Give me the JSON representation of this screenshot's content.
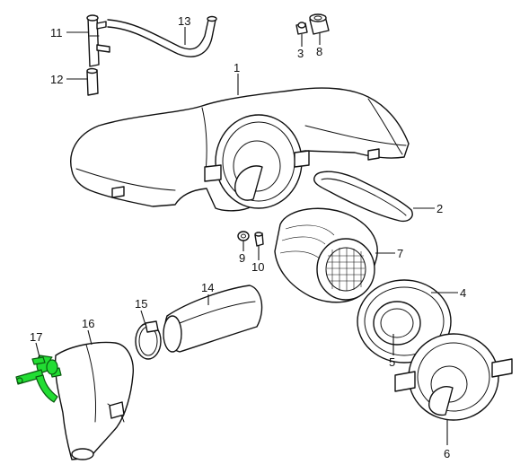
{
  "diagram": {
    "callouts": [
      {
        "id": "c1",
        "label": "1"
      },
      {
        "id": "c2",
        "label": "2"
      },
      {
        "id": "c3",
        "label": "3"
      },
      {
        "id": "c4",
        "label": "4"
      },
      {
        "id": "c5",
        "label": "5"
      },
      {
        "id": "c6",
        "label": "6"
      },
      {
        "id": "c7",
        "label": "7"
      },
      {
        "id": "c8",
        "label": "8"
      },
      {
        "id": "c9",
        "label": "9"
      },
      {
        "id": "c10",
        "label": "10"
      },
      {
        "id": "c11",
        "label": "11"
      },
      {
        "id": "c12",
        "label": "12"
      },
      {
        "id": "c13",
        "label": "13"
      },
      {
        "id": "c14",
        "label": "14"
      },
      {
        "id": "c15",
        "label": "15"
      },
      {
        "id": "c16",
        "label": "16"
      },
      {
        "id": "c17",
        "label": "17"
      }
    ],
    "highlight_color": "#22dd33",
    "highlighted_part": "17"
  }
}
